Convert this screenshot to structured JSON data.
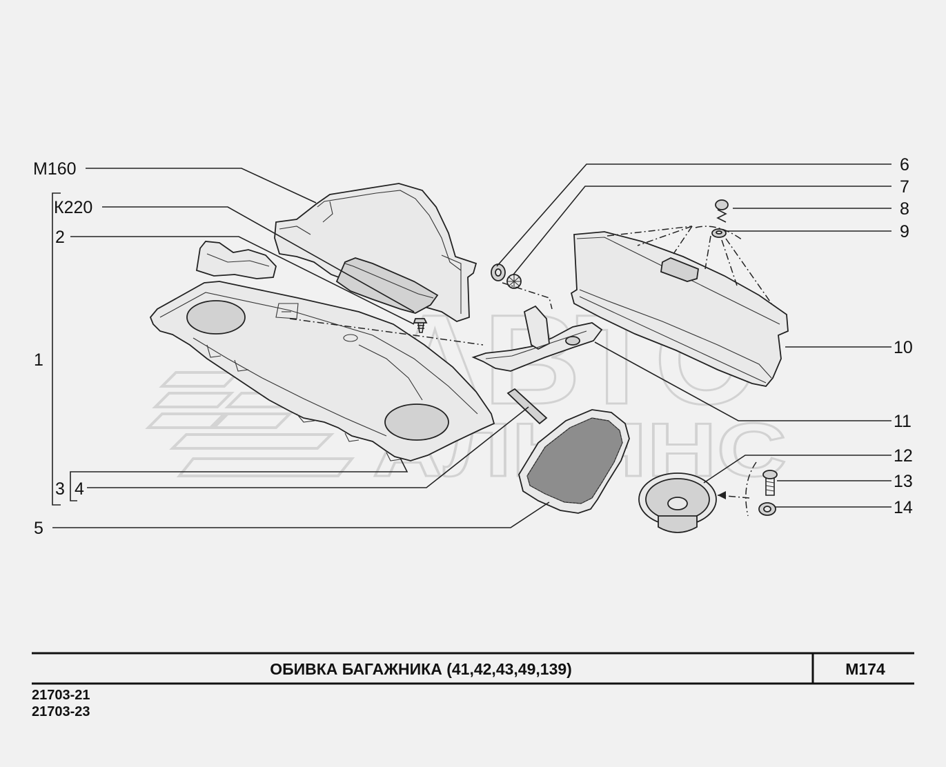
{
  "callouts": {
    "m160": "М160",
    "k220": "К220",
    "c1": "1",
    "c2": "2",
    "c3": "3",
    "c4": "4",
    "c5": "5",
    "c6": "6",
    "c7": "7",
    "c8": "8",
    "c9": "9",
    "c10": "10",
    "c11": "11",
    "c12": "12",
    "c13": "13",
    "c14": "14"
  },
  "title_block": {
    "title": "ОБИВКА  БАГАЖНИКА (41,42,43,49,139)",
    "code": "М174"
  },
  "models": [
    "21703-21",
    "21703-23"
  ],
  "watermark": {
    "line1": "АВТО",
    "line2": "АЛЬЯНС"
  }
}
